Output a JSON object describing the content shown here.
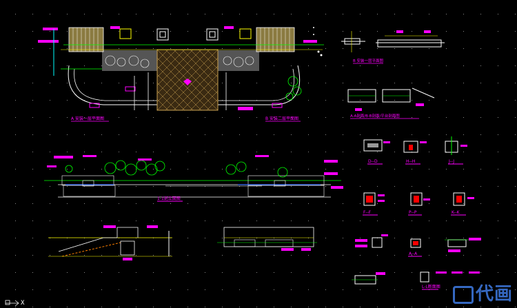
{
  "colors": {
    "background": "#000000",
    "white": "#ffffff",
    "yellow": "#ffff00",
    "magenta": "#ff00ff",
    "green": "#00ff00",
    "cyan": "#00ffff",
    "red": "#ff0000",
    "orange": "#ff8000",
    "watermark": "#3b74d6"
  },
  "labels": {
    "plan_left": "A 安装一层平面图",
    "plan_right": "B 安装二层平面图",
    "top_small_right": "B 安装一层平面图",
    "detail_group": "A-A剖面/B-B剖面/平台剖面图",
    "section_main": "1-1剖立面图",
    "dd": "D--D",
    "hh": "H--H",
    "jj": "J--J",
    "ff": "F--F",
    "pp": "P--P",
    "kk": "K--K",
    "aa": "A--A",
    "ll": "L-L断面图"
  },
  "watermark": {
    "text": "代画"
  },
  "ucs": {
    "text": "X"
  }
}
